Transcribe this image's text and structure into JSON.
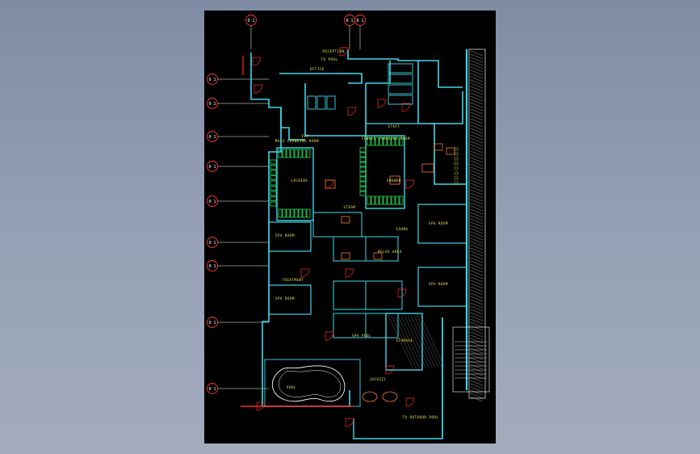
{
  "drawing": {
    "background": "#000000",
    "colors": {
      "wall": "#3fd7ea",
      "fixture": "#22e05a",
      "door": "#ff2b2b",
      "text": "#f2f25a",
      "white": "#ffffff",
      "grid": "#ffffff"
    },
    "grid_bubbles": [
      "0 1",
      "0 1",
      "0 1",
      "0 1",
      "0 1",
      "0 1",
      "0 1",
      "0 1",
      "0 1",
      "0 1",
      "0 1",
      "0 1",
      "0 1"
    ],
    "rooms": [
      "RECEPTION",
      "TO POOL",
      "OFFICE",
      "VIP",
      "STAFF",
      "MALE CHANGING ROOM",
      "FEMALE CHANGING ROOM",
      "LOCKERS",
      "SHOWER",
      "STEAM",
      "SAUNA",
      "SPA ROOM",
      "SPA ROOM",
      "SPA ROOM",
      "SPA ROOM",
      "TREATMENT",
      "RELAX AREA",
      "POOL",
      "SPA POOL",
      "JACUZZI",
      "TO OUTDOOR POOL",
      "STORAGE"
    ]
  }
}
